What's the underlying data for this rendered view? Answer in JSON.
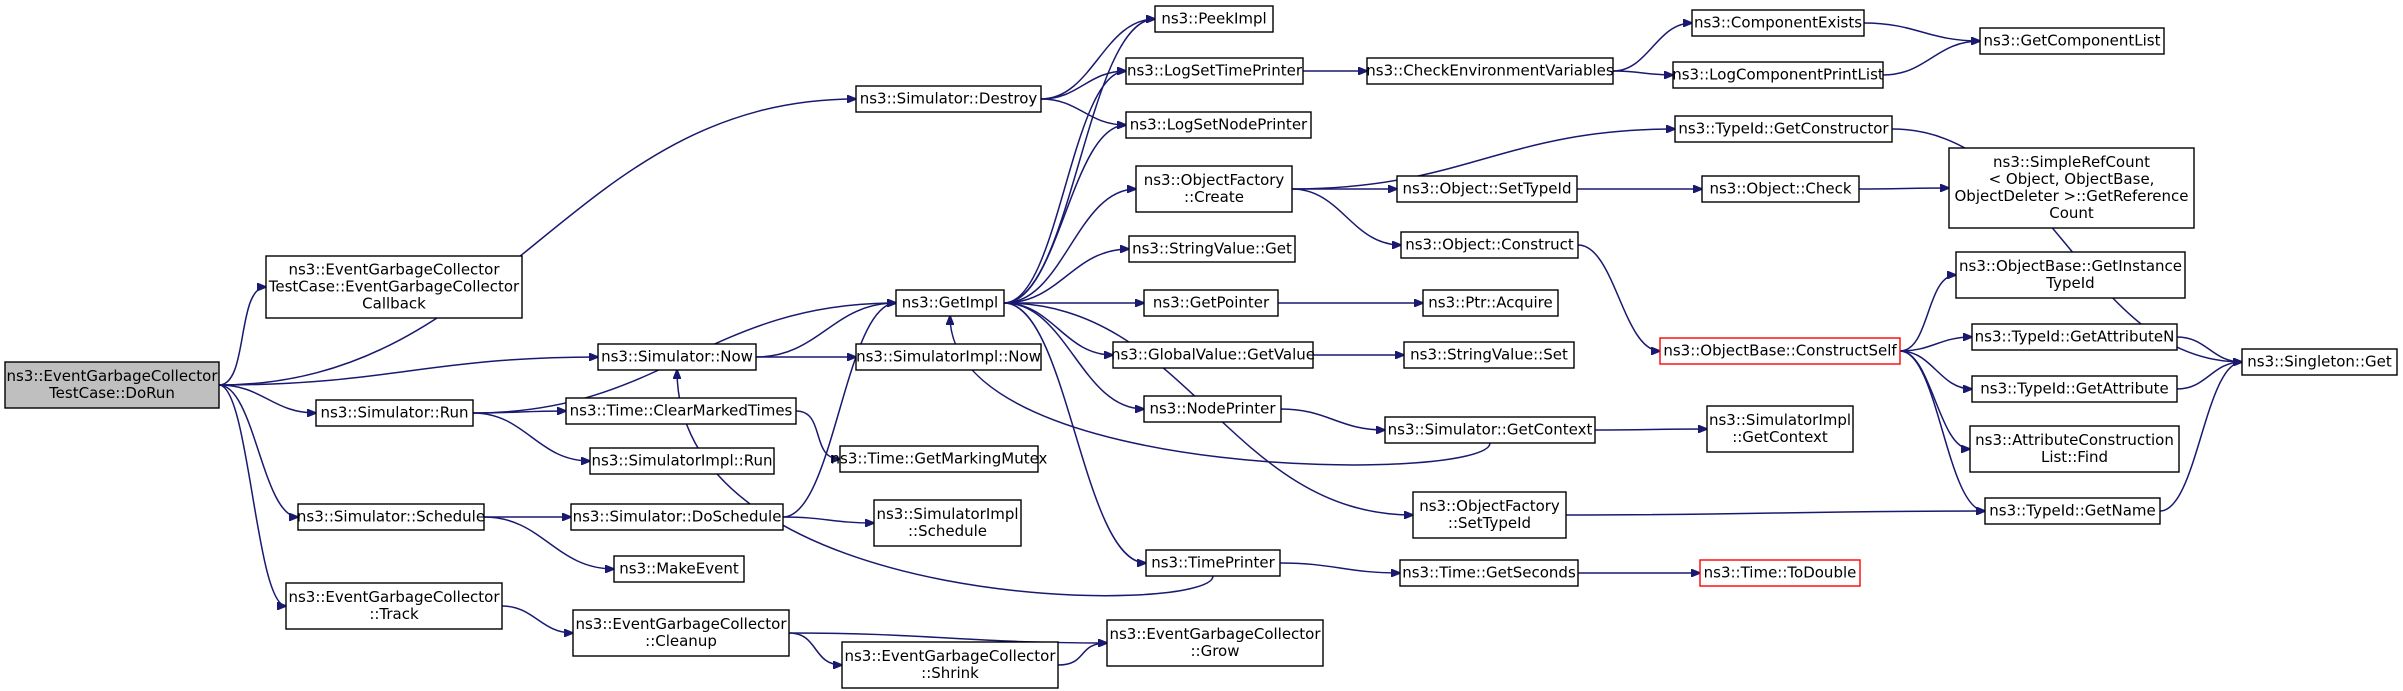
{
  "nodes": [
    {
      "id": "root",
      "lines": [
        "ns3::EventGarbageCollector",
        "TestCase::DoRun"
      ]
    },
    {
      "id": "destroy",
      "lines": [
        "ns3::Simulator::Destroy"
      ]
    },
    {
      "id": "callback",
      "lines": [
        "ns3::EventGarbageCollector",
        "TestCase::EventGarbageCollector",
        "Callback"
      ]
    },
    {
      "id": "now",
      "lines": [
        "ns3::Simulator::Now"
      ]
    },
    {
      "id": "run",
      "lines": [
        "ns3::Simulator::Run"
      ]
    },
    {
      "id": "schedule",
      "lines": [
        "ns3::Simulator::Schedule"
      ]
    },
    {
      "id": "track",
      "lines": [
        "ns3::EventGarbageCollector",
        "::Track"
      ]
    },
    {
      "id": "peekimpl",
      "lines": [
        "ns3::PeekImpl"
      ]
    },
    {
      "id": "logsettime",
      "lines": [
        "ns3::LogSetTimePrinter"
      ]
    },
    {
      "id": "logsetnode",
      "lines": [
        "ns3::LogSetNodePrinter"
      ]
    },
    {
      "id": "objfactcreate",
      "lines": [
        "ns3::ObjectFactory",
        "::Create"
      ]
    },
    {
      "id": "getimpl",
      "lines": [
        "ns3::GetImpl"
      ]
    },
    {
      "id": "simimplnow",
      "lines": [
        "ns3::SimulatorImpl::Now"
      ]
    },
    {
      "id": "clearmarked",
      "lines": [
        "ns3::Time::ClearMarkedTimes"
      ]
    },
    {
      "id": "simimplrun",
      "lines": [
        "ns3::SimulatorImpl::Run"
      ]
    },
    {
      "id": "doschedule",
      "lines": [
        "ns3::Simulator::DoSchedule"
      ]
    },
    {
      "id": "makeevent",
      "lines": [
        "ns3::MakeEvent"
      ]
    },
    {
      "id": "cleanup",
      "lines": [
        "ns3::EventGarbageCollector",
        "::Cleanup"
      ]
    },
    {
      "id": "shrink",
      "lines": [
        "ns3::EventGarbageCollector",
        "::Shrink"
      ]
    },
    {
      "id": "grow",
      "lines": [
        "ns3::EventGarbageCollector",
        "::Grow"
      ]
    },
    {
      "id": "stringvalueget",
      "lines": [
        "ns3::StringValue::Get"
      ]
    },
    {
      "id": "getpointer",
      "lines": [
        "ns3::GetPointer"
      ]
    },
    {
      "id": "globalvalue",
      "lines": [
        "ns3::GlobalValue::GetValue"
      ]
    },
    {
      "id": "nodeprinter",
      "lines": [
        "ns3::NodePrinter"
      ]
    },
    {
      "id": "getmarkingmutex",
      "lines": [
        "ns3::Time::GetMarkingMutex"
      ]
    },
    {
      "id": "simimplsched",
      "lines": [
        "ns3::SimulatorImpl",
        "::Schedule"
      ]
    },
    {
      "id": "timeprinter",
      "lines": [
        "ns3::TimePrinter"
      ]
    },
    {
      "id": "checkenv",
      "lines": [
        "ns3::CheckEnvironmentVariables"
      ]
    },
    {
      "id": "objsettypeid",
      "lines": [
        "ns3::Object::SetTypeId"
      ]
    },
    {
      "id": "objconstruct",
      "lines": [
        "ns3::Object::Construct"
      ]
    },
    {
      "id": "ptracquire",
      "lines": [
        "ns3::Ptr::Acquire"
      ]
    },
    {
      "id": "stringvalueset",
      "lines": [
        "ns3::StringValue::Set"
      ]
    },
    {
      "id": "simgetcontext",
      "lines": [
        "ns3::Simulator::GetContext"
      ]
    },
    {
      "id": "objfactsettypeid",
      "lines": [
        "ns3::ObjectFactory",
        "::SetTypeId"
      ]
    },
    {
      "id": "timegetseconds",
      "lines": [
        "ns3::Time::GetSeconds"
      ]
    },
    {
      "id": "compexists",
      "lines": [
        "ns3::ComponentExists"
      ]
    },
    {
      "id": "logcomplist",
      "lines": [
        "ns3::LogComponentPrintList"
      ]
    },
    {
      "id": "getctor",
      "lines": [
        "ns3::TypeId::GetConstructor"
      ]
    },
    {
      "id": "objcheck",
      "lines": [
        "ns3::Object::Check"
      ]
    },
    {
      "id": "constructself",
      "lines": [
        "ns3::ObjectBase::ConstructSelf"
      ]
    },
    {
      "id": "simimplgetctx",
      "lines": [
        "ns3::SimulatorImpl",
        "::GetContext"
      ]
    },
    {
      "id": "todouble",
      "lines": [
        "ns3::Time::ToDouble"
      ]
    },
    {
      "id": "getcomplist",
      "lines": [
        "ns3::GetComponentList"
      ]
    },
    {
      "id": "simplerefcount",
      "lines": [
        "ns3::SimpleRefCount",
        "< Object, ObjectBase,",
        " ObjectDeleter >::GetReference",
        "Count"
      ]
    },
    {
      "id": "getinsttypeid",
      "lines": [
        "ns3::ObjectBase::GetInstance",
        "TypeId"
      ]
    },
    {
      "id": "getattrn",
      "lines": [
        "ns3::TypeId::GetAttributeN"
      ]
    },
    {
      "id": "getattr",
      "lines": [
        "ns3::TypeId::GetAttribute"
      ]
    },
    {
      "id": "attrfind",
      "lines": [
        "ns3::AttributeConstruction",
        "List::Find"
      ]
    },
    {
      "id": "getname",
      "lines": [
        "ns3::TypeId::GetName"
      ]
    },
    {
      "id": "singleton",
      "lines": [
        "ns3::Singleton::Get"
      ]
    }
  ],
  "edges": [
    [
      "root",
      "destroy"
    ],
    [
      "root",
      "callback"
    ],
    [
      "root",
      "now"
    ],
    [
      "root",
      "run"
    ],
    [
      "root",
      "schedule"
    ],
    [
      "root",
      "track"
    ],
    [
      "destroy",
      "peekimpl"
    ],
    [
      "destroy",
      "logsettime"
    ],
    [
      "destroy",
      "logsetnode"
    ],
    [
      "now",
      "getimpl"
    ],
    [
      "now",
      "simimplnow"
    ],
    [
      "run",
      "getimpl"
    ],
    [
      "run",
      "clearmarked"
    ],
    [
      "run",
      "simimplrun"
    ],
    [
      "schedule",
      "doschedule"
    ],
    [
      "schedule",
      "makeevent"
    ],
    [
      "track",
      "cleanup"
    ],
    [
      "doschedule",
      "getimpl"
    ],
    [
      "doschedule",
      "simimplsched"
    ],
    [
      "cleanup",
      "grow"
    ],
    [
      "cleanup",
      "shrink"
    ],
    [
      "shrink",
      "grow"
    ],
    [
      "clearmarked",
      "getmarkingmutex"
    ],
    [
      "getimpl",
      "peekimpl"
    ],
    [
      "getimpl",
      "logsettime"
    ],
    [
      "getimpl",
      "logsetnode"
    ],
    [
      "getimpl",
      "objfactcreate"
    ],
    [
      "getimpl",
      "stringvalueget"
    ],
    [
      "getimpl",
      "getpointer"
    ],
    [
      "getimpl",
      "globalvalue"
    ],
    [
      "getimpl",
      "nodeprinter"
    ],
    [
      "getimpl",
      "timeprinter"
    ],
    [
      "getimpl",
      "objfactsettypeid"
    ],
    [
      "logsettime",
      "checkenv"
    ],
    [
      "checkenv",
      "compexists"
    ],
    [
      "checkenv",
      "logcomplist"
    ],
    [
      "compexists",
      "getcomplist"
    ],
    [
      "logcomplist",
      "getcomplist"
    ],
    [
      "objfactcreate",
      "getctor"
    ],
    [
      "objfactcreate",
      "objsettypeid"
    ],
    [
      "objfactcreate",
      "objconstruct"
    ],
    [
      "getctor",
      "singleton"
    ],
    [
      "objsettypeid",
      "objcheck"
    ],
    [
      "objcheck",
      "simplerefcount"
    ],
    [
      "objconstruct",
      "constructself"
    ],
    [
      "getpointer",
      "ptracquire"
    ],
    [
      "globalvalue",
      "stringvalueset"
    ],
    [
      "nodeprinter",
      "simgetcontext"
    ],
    [
      "simgetcontext",
      "simimplgetctx"
    ],
    [
      "simgetcontext",
      "getimpl"
    ],
    [
      "timeprinter",
      "timegetseconds"
    ],
    [
      "timeprinter",
      "now"
    ],
    [
      "timegetseconds",
      "todouble"
    ],
    [
      "objfactsettypeid",
      "getname"
    ],
    [
      "constructself",
      "getinsttypeid"
    ],
    [
      "constructself",
      "getattrn"
    ],
    [
      "constructself",
      "getattr"
    ],
    [
      "constructself",
      "attrfind"
    ],
    [
      "constructself",
      "getname"
    ],
    [
      "getattrn",
      "singleton"
    ],
    [
      "getattr",
      "singleton"
    ],
    [
      "getname",
      "singleton"
    ]
  ]
}
